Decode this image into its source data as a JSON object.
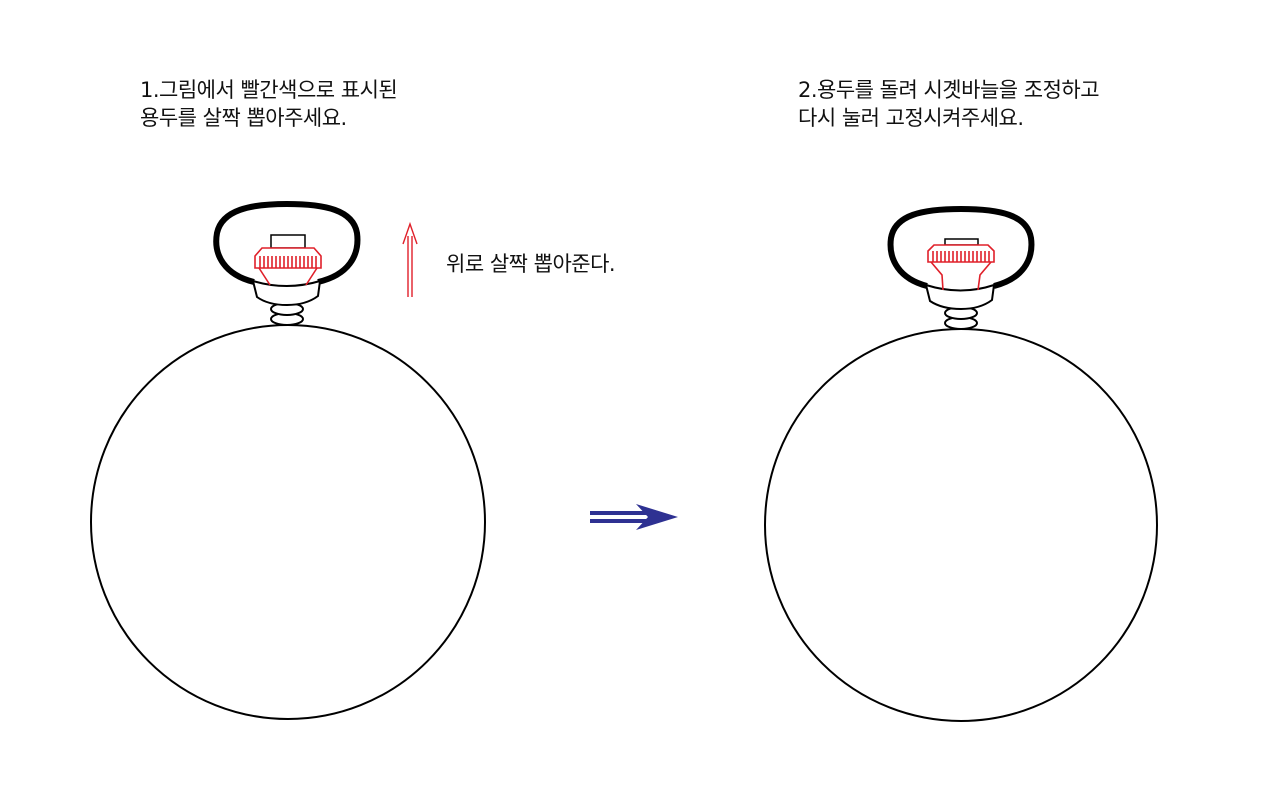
{
  "step1": {
    "line1": "1.그림에서 빨간색으로 표시된",
    "line2": "용두를 살짝 뽑아주세요."
  },
  "step2": {
    "line1": "2.용두를 돌려 시곗바늘을 조정하고",
    "line2": "다시 눌러 고정시켜주세요."
  },
  "pull_label": "위로 살짝 뽑아준다.",
  "colors": {
    "crown": "#e0202a",
    "arrow_next": "#2e3192",
    "outline": "#000000"
  },
  "icons": {
    "pull_arrow": "arrow-up-icon",
    "next_arrow": "double-arrow-right-icon"
  }
}
